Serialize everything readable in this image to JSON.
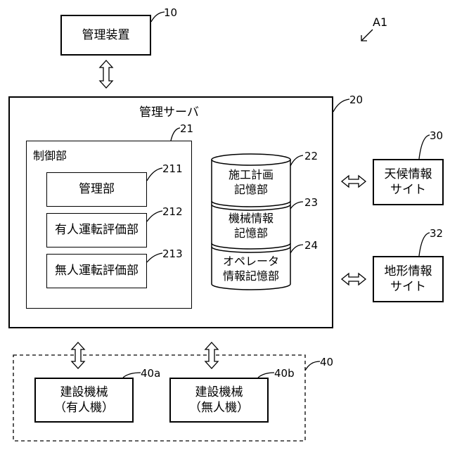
{
  "figure_label": "A1",
  "management_device": {
    "label": "管理装置",
    "ref": "10"
  },
  "server": {
    "label": "管理サーバ",
    "ref": "20"
  },
  "control_unit": {
    "label": "制御部",
    "ref": "21",
    "units": [
      {
        "label": "管理部",
        "ref": "211"
      },
      {
        "label": "有人運転評価部",
        "ref": "212"
      },
      {
        "label": "無人運転評価部",
        "ref": "213"
      }
    ]
  },
  "storage": [
    {
      "line1": "施工計画",
      "line2": "記憶部",
      "ref": "22"
    },
    {
      "line1": "機械情報",
      "line2": "記憶部",
      "ref": "23"
    },
    {
      "line1": "オペレータ",
      "line2": "情報記憶部",
      "ref": "24"
    }
  ],
  "weather_site": {
    "line1": "天候情報",
    "line2": "サイト",
    "ref": "30"
  },
  "terrain_site": {
    "line1": "地形情報",
    "line2": "サイト",
    "ref": "32"
  },
  "machines": {
    "ref": "40",
    "items": [
      {
        "line1": "建設機械",
        "line2": "（有人機）",
        "ref": "40a"
      },
      {
        "line1": "建設機械",
        "line2": "（無人機）",
        "ref": "40b"
      }
    ]
  }
}
